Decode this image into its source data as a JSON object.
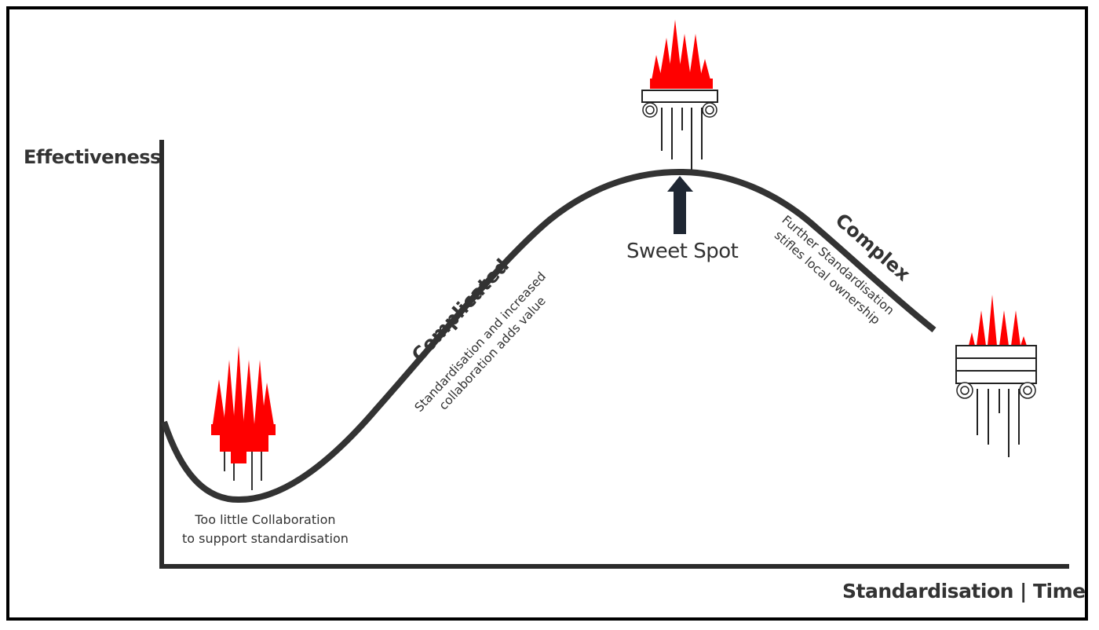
{
  "axes": {
    "y_label": "Effectiveness",
    "x_label": "Standardisation | Time"
  },
  "zones": {
    "low": {
      "note_line1": "Too little Collaboration",
      "note_line2": "to support standardisation"
    },
    "complicated": {
      "title": "Complicated",
      "desc_line1": "Standardisation and increased",
      "desc_line2": "collaboration adds value"
    },
    "peak": {
      "label": "Sweet Spot"
    },
    "complex": {
      "title": "Complex",
      "desc_line1": "Further Standardisation",
      "desc_line2": "stifles local ownership"
    }
  },
  "icons": {
    "low": "crumbling-flame-icon",
    "peak": "flaming-pillar-icon",
    "complex": "heavy-pillar-icon",
    "arrow": "up-arrow-icon"
  },
  "colors": {
    "curve": "#333333",
    "flame": "#ff0000",
    "arrow": "#1f2733",
    "text": "#333333"
  }
}
